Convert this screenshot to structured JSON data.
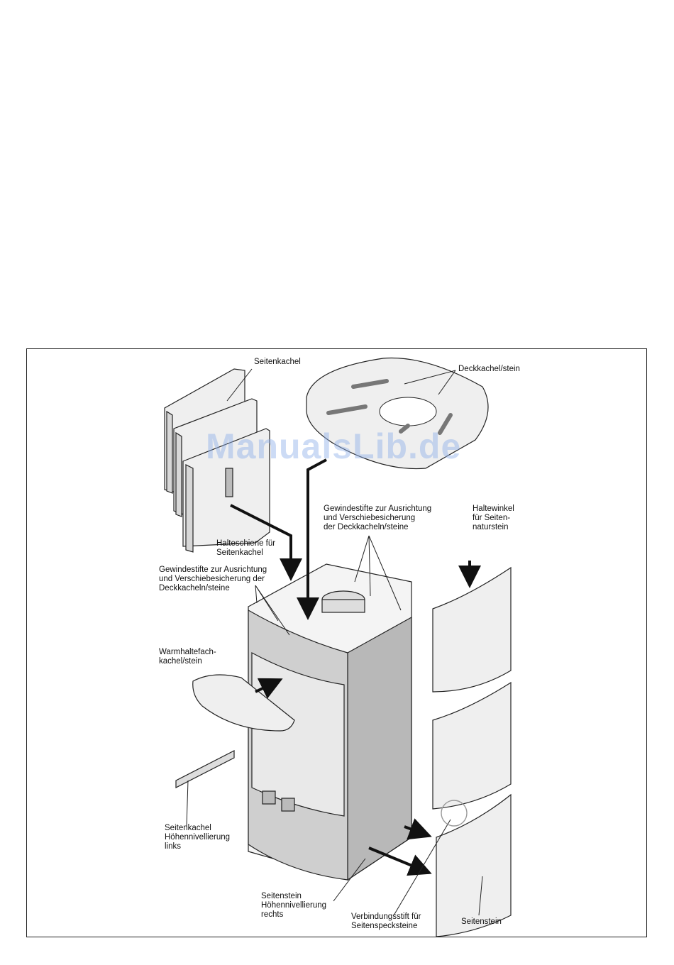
{
  "labels": {
    "seitenkachel": "Seitenkachel",
    "deckkachel": "Deckkachel/stein",
    "gewindestifte_right": "Gewindestifte zur Ausrichtung\nund Verschiebesicherung\nder Deckkacheln/steine",
    "haltewinkel": "Haltewinkel\nfür Seiten-\nnaturstein",
    "halteschiene": "Halteschiene für\nSeitenkachel",
    "gewindestifte_left": "Gewindestifte zur Ausrichtung\nund Verschiebesicherung der\nDeckkacheln/steine",
    "warmhaltefach": "Warmhaltefach-\nkachel/stein",
    "seitenkachel_links": "Seitenkachel\nHöhennivellierung\nlinks",
    "seitenstein_rechts": "Seitenstein\nHöhennivellierung\nrechts",
    "verbindungsstift": "Verbindungsstift für\nSeitenspecksteine",
    "seitenstein": "Seitenstein"
  },
  "watermark": "ManualsLib.de"
}
